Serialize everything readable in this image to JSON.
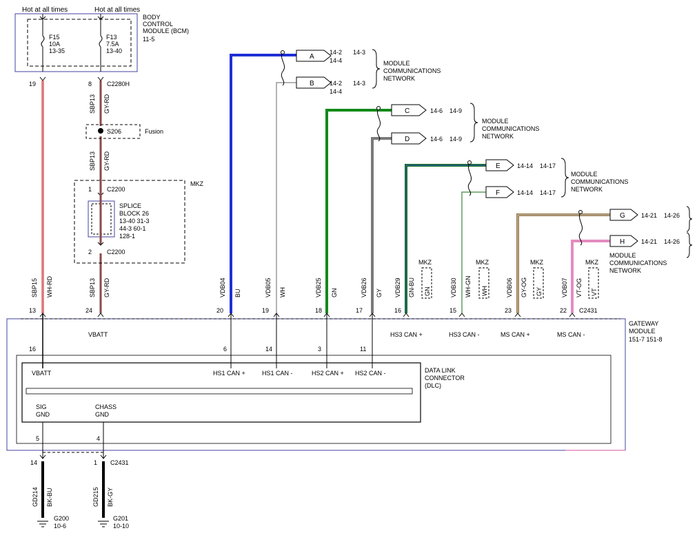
{
  "top_feeds": {
    "left": "Hot at all times",
    "right": "Hot at all times"
  },
  "bcm": {
    "title_1": "BODY",
    "title_2": "CONTROL",
    "title_3": "MODULE (BCM)",
    "ref": "11-5",
    "fuses": [
      {
        "name": "F15",
        "rating": "10A",
        "ref": "13-35"
      },
      {
        "name": "F13",
        "rating": "7.5A",
        "ref": "13-40"
      }
    ],
    "pin_left": "19",
    "pin_right": "8",
    "connector": "C2280H"
  },
  "left_circuits": {
    "sbp15_wire": "SBP15",
    "sbp15_color": "WH-RD",
    "sbp13_wire": "SBP13",
    "sbp13_color": "GY-RD",
    "splice": "S206",
    "splice_note": "Fusion",
    "mkz_label": "MKZ",
    "c2200_top_pin": "1",
    "c2200_bottom_pin": "2",
    "c2200": "C2200",
    "splice_block": {
      "title_1": "SPLICE",
      "title_2": "BLOCK 26",
      "ref_row_1": "13-40  31-3",
      "ref_row_2": "44-3   60-1",
      "ref_row_3": "128-1"
    }
  },
  "network": {
    "label_1": "MODULE",
    "label_2": "COMMUNICATIONS",
    "label_3": "NETWORK",
    "connectors": [
      {
        "id": "A",
        "refs_left": "14-2",
        "refs_left_2": "14-4",
        "refs_right": "14-3"
      },
      {
        "id": "B",
        "refs_left": "14-2",
        "refs_left_2": "14-4",
        "refs_right": "14-3"
      },
      {
        "id": "C",
        "refs_left": "14-6",
        "refs_right": "14-9"
      },
      {
        "id": "D",
        "refs_left": "14-6",
        "refs_right": "14-9"
      },
      {
        "id": "E",
        "refs_left": "14-14",
        "refs_right": "14-17"
      },
      {
        "id": "F",
        "refs_left": "14-14",
        "refs_right": "14-17"
      },
      {
        "id": "G",
        "refs_left": "14-21",
        "refs_right": "14-26"
      },
      {
        "id": "H",
        "refs_left": "14-21",
        "refs_right": "14-26"
      }
    ]
  },
  "gateway_wires": [
    {
      "circuit": "SBP15",
      "color": "WH-RD",
      "pin": "13",
      "hex": "#c8202a"
    },
    {
      "circuit": "SBP13",
      "color": "GY-RD",
      "pin": "24",
      "hex": "#8a4a4a"
    },
    {
      "circuit": "VDB04",
      "color": "BU",
      "pin": "20",
      "hex": "#1f2fd6"
    },
    {
      "circuit": "VDB05",
      "color": "WH",
      "pin": "19",
      "hex": "#9a9a9a"
    },
    {
      "circuit": "VDB25",
      "color": "GN",
      "pin": "18",
      "hex": "#118a18"
    },
    {
      "circuit": "VDB26",
      "color": "GY",
      "pin": "17",
      "hex": "#7a7a7a"
    },
    {
      "circuit": "VDB29",
      "color": "GN-BU",
      "pin": "16",
      "hex": "#136b20",
      "mkz_color": "GN"
    },
    {
      "circuit": "VDB30",
      "color": "WH-GN",
      "pin": "15",
      "hex": "#5e9e5e",
      "mkz_color": "WH"
    },
    {
      "circuit": "VDB06",
      "color": "GY-OG",
      "pin": "23",
      "hex": "#9a7a4a",
      "mkz_color": "GY"
    },
    {
      "circuit": "VDB07",
      "color": "VT-OG",
      "pin": "22",
      "hex": "#e58bc0",
      "mkz_color": "VT"
    }
  ],
  "mkz_tag": "MKZ",
  "gateway": {
    "connector": "C2431",
    "title_1": "GATEWAY",
    "title_2": "MODULE",
    "ref": "151-7  151-8",
    "vbatt": "VBATT",
    "hs3_can_plus": "HS3 CAN +",
    "hs3_can_minus": "HS3 CAN -",
    "ms_can_plus": "MS CAN +",
    "ms_can_minus": "MS CAN -"
  },
  "dlc": {
    "title_1": "DATA LINK",
    "title_2": "CONNECTOR",
    "title_3": "(DLC)",
    "vbatt": "VBATT",
    "vbatt_pin": "16",
    "hs1_plus": "HS1 CAN +",
    "hs1_plus_pin": "6",
    "hs1_minus": "HS1 CAN -",
    "hs1_minus_pin": "14",
    "hs2_plus": "HS2 CAN +",
    "hs2_plus_pin": "3",
    "hs2_minus": "HS2 CAN -",
    "hs2_minus_pin": "11",
    "sig_gnd_1": "SIG",
    "sig_gnd_2": "GND",
    "sig_gnd_pin": "5",
    "chass_gnd_1": "CHASS",
    "chass_gnd_2": "GND",
    "chass_gnd_pin": "4"
  },
  "grounds": [
    {
      "pin": "14",
      "circuit": "GD214",
      "color": "BK-BU",
      "ground": "G200",
      "ref": "10-6"
    },
    {
      "pin": "1",
      "circuit": "GD215",
      "color": "BK-GY",
      "ground": "G201",
      "ref": "10-10",
      "connector": "C2431"
    }
  ]
}
